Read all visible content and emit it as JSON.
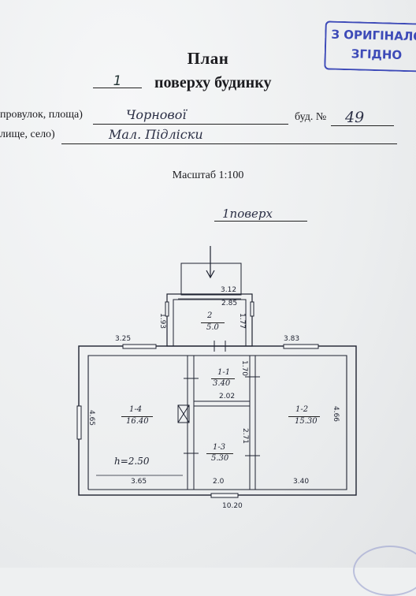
{
  "stamp": {
    "line1": "З ОРИГІНАЛО",
    "line2": "ЗГІДНО"
  },
  "header": {
    "title": "План",
    "floor_number": "1",
    "floor_label": "поверху будинку",
    "street_label": "провулок, площа)",
    "street_value": "Чорнової",
    "building_label": "буд. №",
    "building_value": "49",
    "locality_label": "лище, село)",
    "locality_value": "Мал. Підліски",
    "scale": "Масштаб 1:100",
    "plan_caption": "1поверх"
  },
  "plan": {
    "dim_top_small_top": "3.12",
    "dim_top_small_inner": "2.85",
    "room_2_id": "2",
    "room_2_area": "5.0",
    "dim_porch_left": "1.93",
    "dim_porch_right": "1.77",
    "dim_top_left": "3.25",
    "dim_top_right": "3.83",
    "room_1_1_id": "1-1",
    "room_1_1_area": "3.40",
    "dim_hall_v": "1.70",
    "dim_hall_w": "2.02",
    "room_1_4_id": "1-4",
    "room_1_4_area": "16.40",
    "room_1_2_id": "1-2",
    "room_1_2_area": "15.30",
    "dim_left_height": "4.65",
    "dim_right_height": "4.66",
    "room_1_3_id": "1-3",
    "room_1_3_area": "5.30",
    "dim_mid_v": "2.71",
    "ceiling_height": "h=2.50",
    "dim_bottom_left": "3.65",
    "dim_bottom_mid": "2.0",
    "dim_bottom_right": "3.40",
    "dim_total": "10.20"
  }
}
